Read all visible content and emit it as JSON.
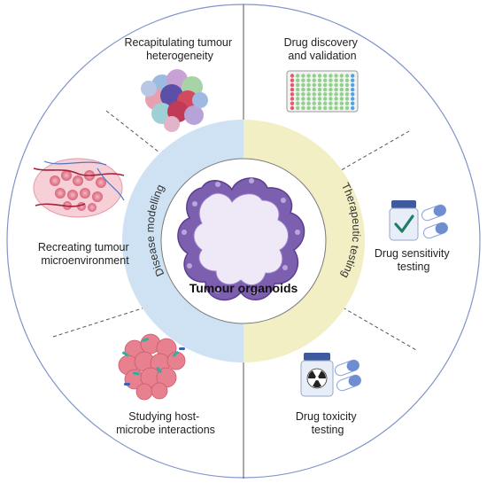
{
  "center": {
    "title": "Tumour organoids"
  },
  "arcs": {
    "left": "Disease modelling",
    "right": "Therapeutic testing"
  },
  "segments": [
    {
      "id": "heterogeneity",
      "lines": [
        "Recapitulating tumour",
        "heterogeneity"
      ]
    },
    {
      "id": "drug-discovery",
      "lines": [
        "Drug discovery",
        "and validation"
      ]
    },
    {
      "id": "microenvironment",
      "lines": [
        "Recreating tumour",
        "microenvironment"
      ]
    },
    {
      "id": "drug-sensitivity",
      "lines": [
        "Drug sensitivity",
        "testing"
      ]
    },
    {
      "id": "host-microbe",
      "lines": [
        "Studying host-",
        "microbe interactions"
      ]
    },
    {
      "id": "drug-toxicity",
      "lines": [
        "Drug toxicity",
        "testing"
      ]
    }
  ],
  "colors": {
    "outer_stroke": "#7f94c9",
    "left_ring": "#cfe2f3",
    "right_ring": "#f2efc4",
    "organoid_dark": "#7d5fb0",
    "organoid_light": "#efe8f7",
    "divider": "#555555"
  }
}
